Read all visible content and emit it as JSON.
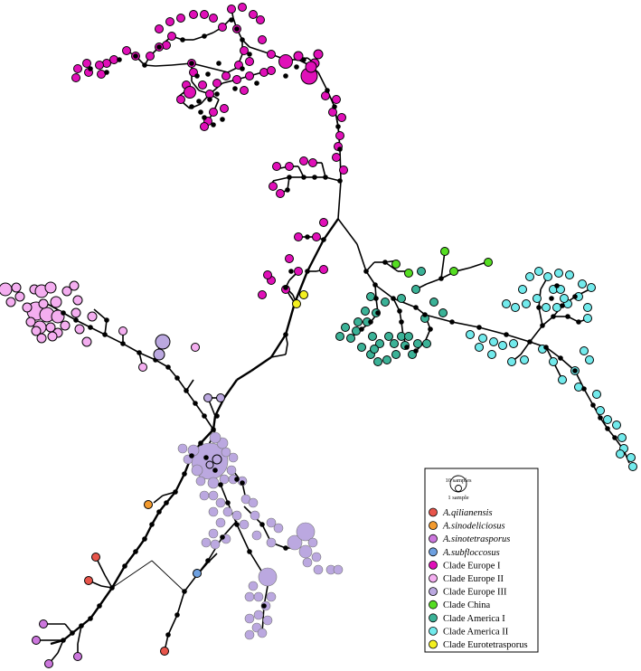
{
  "legend": {
    "size_key": {
      "large_label": "10 samples",
      "small_label": "1 sample"
    },
    "items": [
      {
        "key": "qilianensis",
        "label": "A.qilianensis",
        "italic": true,
        "color": "#e8554b"
      },
      {
        "key": "sinodeliciosus",
        "label": "A.sinodeliciosus",
        "italic": true,
        "color": "#f39a2e"
      },
      {
        "key": "sinotetrasporus",
        "label": "A.sinotetrasporus",
        "italic": true,
        "color": "#cc77dd"
      },
      {
        "key": "subfloccosus",
        "label": "A.subfloccosus",
        "italic": true,
        "color": "#6ea0e0"
      },
      {
        "key": "europe1",
        "label": "Clade Europe I",
        "italic": false,
        "color": "#e010b8"
      },
      {
        "key": "europe2",
        "label": "Clade Europe II",
        "italic": false,
        "color": "#f4aef0"
      },
      {
        "key": "europe3",
        "label": "Clade Europe III",
        "italic": false,
        "color": "#bba8e0"
      },
      {
        "key": "china",
        "label": "Clade China",
        "italic": false,
        "color": "#55dd22"
      },
      {
        "key": "america1",
        "label": "Clade America I",
        "italic": false,
        "color": "#3bb297"
      },
      {
        "key": "america2",
        "label": "Clade America II",
        "italic": false,
        "color": "#72eaec"
      },
      {
        "key": "eurotetrasporus",
        "label": "Clade Eurotetrasporus",
        "italic": false,
        "color": "#f4f020"
      }
    ]
  }
}
